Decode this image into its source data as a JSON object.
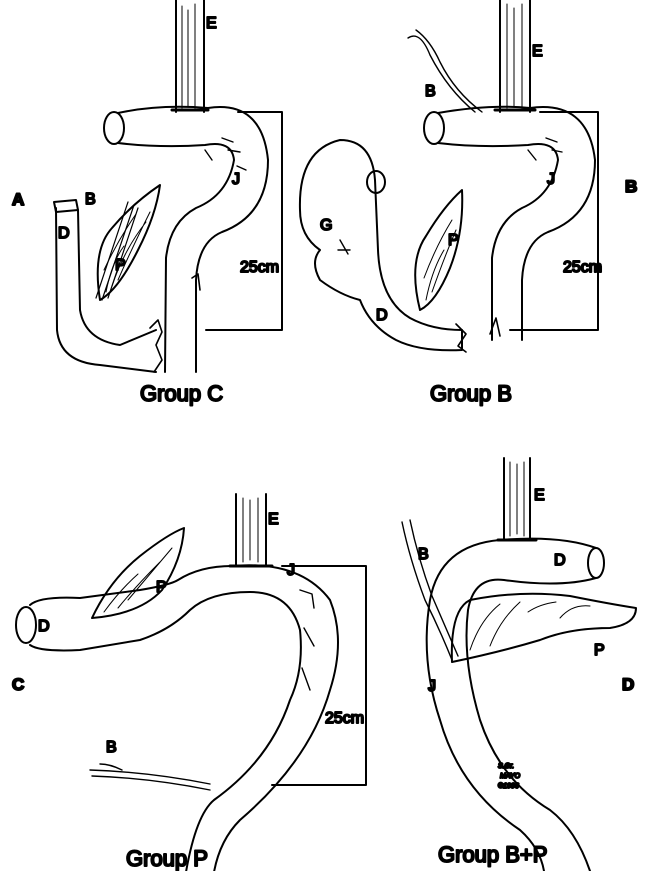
{
  "panels": [
    {
      "letter": "A",
      "group": "Group C",
      "measure": "25cm",
      "labels": {
        "esophagus": "E",
        "jejunum": "J",
        "duodenum": "D",
        "bile_duct": "B",
        "pancreas": "P"
      }
    },
    {
      "letter": "B",
      "group": "Group B",
      "measure": "25cm",
      "labels": {
        "esophagus": "E",
        "jejunum": "J",
        "stomach": "G",
        "duodenum": "D",
        "bile_duct": "B",
        "pancreas": "P"
      }
    },
    {
      "letter": "C",
      "group": "Group P",
      "measure": "25cm",
      "labels": {
        "esophagus": "E",
        "jejunum": "J",
        "duodenum": "D",
        "bile_duct": "B",
        "pancreas": "P"
      }
    },
    {
      "letter": "D",
      "group": "Group B+P",
      "labels": {
        "esophagus": "E",
        "jejunum": "J",
        "duodenum": "D",
        "bile_duct": "B",
        "pancreas": "P"
      }
    }
  ],
  "signature": {
    "initials": "S.Gr.",
    "org": "MAYO",
    "year": "©1996"
  },
  "colors": {
    "ink": "#000000",
    "background": "#ffffff"
  }
}
